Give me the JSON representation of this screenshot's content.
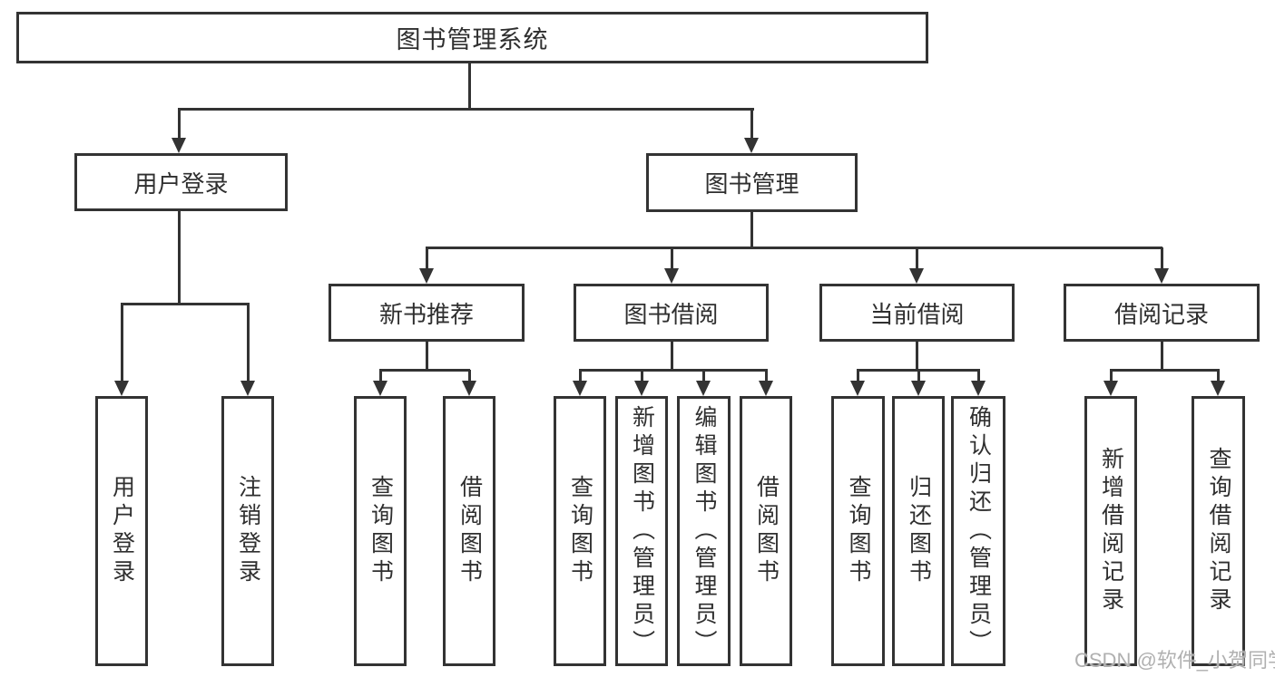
{
  "colors": {
    "line": "#333333",
    "text": "#2f2f2f",
    "background": "#ffffff",
    "watermark": "#b0b0b0"
  },
  "watermark": "CSDN @软件_小贺同学",
  "diagram": {
    "root": {
      "label": "图书管理系统"
    },
    "level2": [
      {
        "label": "用户登录"
      },
      {
        "label": "图书管理"
      }
    ],
    "level3": [
      {
        "label": "新书推荐"
      },
      {
        "label": "图书借阅"
      },
      {
        "label": "当前借阅"
      },
      {
        "label": "借阅记录"
      }
    ],
    "leaves": {
      "user_login": [
        "用户登录",
        "注销登录"
      ],
      "new_book": [
        "查询图书",
        "借阅图书"
      ],
      "book_borrow": [
        "查询图书",
        "新增图书（管理员）",
        "编辑图书（管理员）",
        "借阅图书"
      ],
      "current_borrow": [
        "查询图书",
        "归还图书",
        "确认归还（管理员）"
      ],
      "borrow_record": [
        "新增借阅记录",
        "查询借阅记录"
      ]
    }
  }
}
